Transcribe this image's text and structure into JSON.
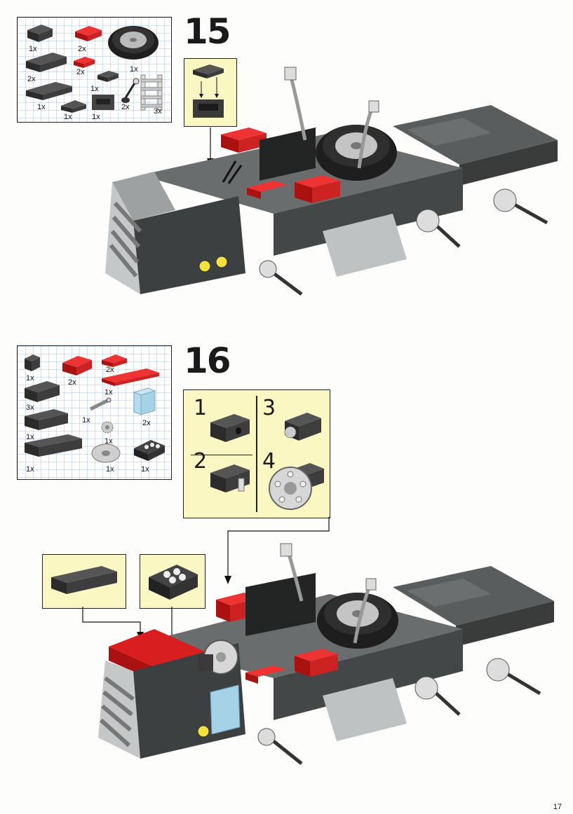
{
  "page_number": "17",
  "steps": [
    {
      "number": "15",
      "parts": [
        {
          "icon": "brick-1x2-dark-icon",
          "qty": "1x"
        },
        {
          "icon": "plate-1x2-red-icon",
          "qty": "2x"
        },
        {
          "icon": "wheel-tire-icon",
          "qty": "1x"
        },
        {
          "icon": "brick-1x4-dark-icon",
          "qty": "2x"
        },
        {
          "icon": "plate-1x2-red-small-icon",
          "qty": "2x"
        },
        {
          "icon": "plate-1x2-dark-icon",
          "qty": "1x"
        },
        {
          "icon": "plate-2x4-dark-icon",
          "qty": "1x"
        },
        {
          "icon": "plate-1x2-dark-small-icon",
          "qty": "1x"
        },
        {
          "icon": "lever-base-icon",
          "qty": "1x"
        },
        {
          "icon": "lever-icon",
          "qty": "2x"
        },
        {
          "icon": "ladder-icon",
          "qty": "3x"
        }
      ]
    },
    {
      "number": "16",
      "parts": [
        {
          "icon": "brick-1x1-dark-icon",
          "qty": "1x"
        },
        {
          "icon": "brick-1x2-red-icon",
          "qty": "2x"
        },
        {
          "icon": "plate-1x2-red-icon",
          "qty": "2x"
        },
        {
          "icon": "plate-1x6-red-icon",
          "qty": "1x"
        },
        {
          "icon": "brick-1x3-dark-icon",
          "qty": "3x"
        },
        {
          "icon": "axle-pin-icon",
          "qty": "1x"
        },
        {
          "icon": "window-trans-icon",
          "qty": "2x"
        },
        {
          "icon": "brick-1x4-dark-icon",
          "qty": "1x"
        },
        {
          "icon": "gear-small-icon",
          "qty": "1x"
        },
        {
          "icon": "brick-1x6-dark-icon",
          "qty": "1x"
        },
        {
          "icon": "wheel-hub-icon",
          "qty": "1x"
        },
        {
          "icon": "slope-dials-icon",
          "qty": "1x"
        }
      ],
      "sub_steps": [
        "1",
        "2",
        "3",
        "4"
      ]
    }
  ],
  "colors": {
    "red": "#d81e1e",
    "dark_gray": "#3b3d3d",
    "light_gray": "#b9bcbc",
    "callout_bg": "#fbf7c2",
    "grid": "#a9c8e6"
  }
}
